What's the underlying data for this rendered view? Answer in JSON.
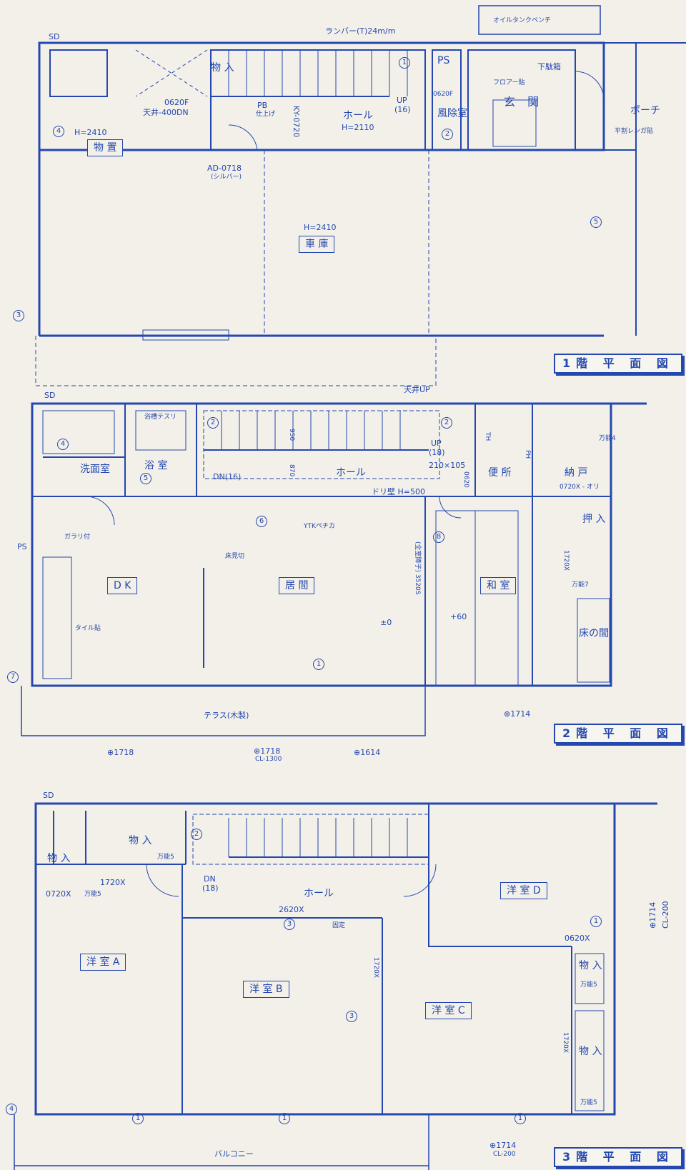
{
  "floor1": {
    "title": "1階 平 面 図",
    "labels": {
      "oil_bench": "オイルタンクベンチ",
      "lumber": "ランバー(T)24m/m",
      "sd": "SD",
      "storage": "物 入",
      "n1": "1",
      "ps": "PS",
      "shoe_box": "下駄箱",
      "floor_finish": "フロアー貼",
      "door_0620f_a": "0620F",
      "up": "UP",
      "up_count": "(16)",
      "entrance": "玄 関",
      "porch": "ポーチ",
      "door_0620f_b": "0620F",
      "ceiling": "天井-400DN",
      "pb": "PB",
      "pb_finish": "仕上げ",
      "ky": "KY-0720",
      "hall": "ホール",
      "hall_h": "H=2110",
      "windbreak": "風除室",
      "n2": "2",
      "brick": "平割レンガ貼",
      "n4": "4",
      "shed_h": "H=2410",
      "shed": "物 置",
      "ad": "AD-0718",
      "ad_color": "(シルバー)",
      "garage_h": "H=2410",
      "garage": "車 庫",
      "n5": "5",
      "n3": "3"
    }
  },
  "floor2": {
    "title": "2階 平 面 図",
    "labels": {
      "ceiling_up": "天井UP",
      "sd": "SD",
      "bath_rail": "浴槽テスリ",
      "washroom": "洗面室",
      "bath": "浴 室",
      "n4": "4",
      "n5": "5",
      "dn": "DN(16)",
      "d950": "950",
      "d870": "870",
      "hall": "ホール",
      "n2a": "2",
      "n2b": "2",
      "up": "UP",
      "up_count": "(18)",
      "size": "210×105",
      "door_0620": "0620",
      "toilet": "便 所",
      "th": "TH",
      "ph": "PH",
      "closet": "納 戸",
      "banno4": "万能4",
      "door_0720": "0720X - オリ",
      "hanging_wall": "ドリ壁 H=500",
      "stove": "YTKペチカ",
      "n6": "6",
      "n8": "8",
      "louver": "ガラリ付",
      "ps": "PS",
      "floor_edge": "床見切",
      "dk": "D K",
      "living": "居 間",
      "washitsu": "和 室",
      "shoji": "(全室障子) 3520S",
      "d1720": "1720X",
      "oshiire": "押 入",
      "banno7": "万能7",
      "tokonoma": "床の間",
      "pm0": "±0",
      "p60": "+60",
      "tile": "タイル貼",
      "n1": "1",
      "n7": "7",
      "terrace": "テラス(木製)",
      "light1714": "⊕1714",
      "light1718a": "⊕1718",
      "light1718b": "⊕1718",
      "cl1300": "CL-1300",
      "light1614": "⊕1614"
    }
  },
  "floor3": {
    "title": "3階 平 面 図",
    "labels": {
      "sd": "SD",
      "storage_a": "物 入",
      "storage_b": "物 入",
      "banno5a": "万能5",
      "n2": "2",
      "d1720a": "1720X",
      "door_0720": "0720X",
      "banno5b": "万能5",
      "dn": "DN",
      "dn_count": "(18)",
      "hall": "ホール",
      "room_d": "洋 室 D",
      "d2620": "2620X",
      "n3a": "3",
      "fixed": "固定",
      "n1a": "1",
      "door_0620": "0620X",
      "light_r": "⊕1714",
      "cl_r": "CL-200",
      "room_a": "洋 室 A",
      "room_b": "洋 室 B",
      "room_c": "洋 室 C",
      "d1720b": "1720X",
      "n3b": "3",
      "storage_c": "物 入",
      "banno5c": "万能5",
      "d1720c": "1720X",
      "storage_d": "物 入",
      "banno5d": "万能5",
      "n1b": "1",
      "n1c": "1",
      "n1d": "1",
      "n4": "4",
      "balcony": "バルコニー",
      "light_b": "⊕1714",
      "cl_b": "CL-200"
    }
  },
  "colors": {
    "line": "#2447b0",
    "paper": "#f2f0e8"
  }
}
